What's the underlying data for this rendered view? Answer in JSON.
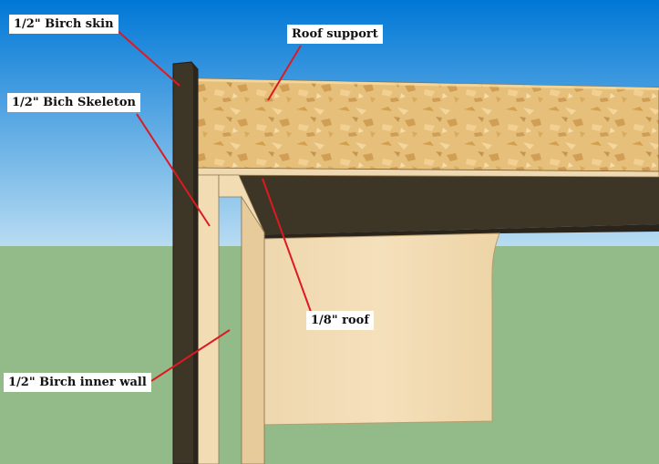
{
  "diagram": {
    "labels": {
      "birch_skin": "1/2\" Birch skin",
      "roof_support": "Roof support",
      "birch_skeleton": "1/2\" Bich Skeleton",
      "roof": "1/8\" roof",
      "birch_inner_wall": "1/2\" Birch inner wall"
    },
    "colors": {
      "sky_top": "#0077d6",
      "sky_bottom": "#b8dcf2",
      "ground": "#93bb8a",
      "osb": "#e9c47f",
      "dark_wood": "#3d3526",
      "birch": "#f2dcb3",
      "leader_line": "#dd1a22"
    }
  }
}
